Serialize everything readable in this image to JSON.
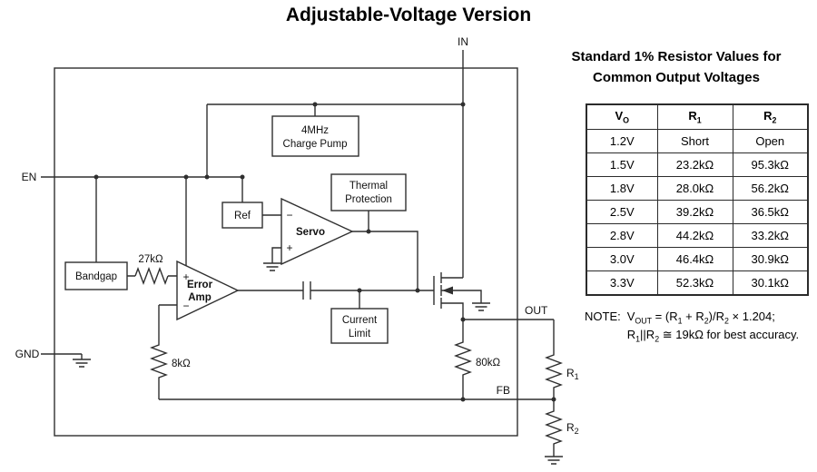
{
  "page": {
    "title": "Adjustable-Voltage Version"
  },
  "diagram": {
    "pins": {
      "in": "IN",
      "en": "EN",
      "gnd": "GND",
      "out": "OUT",
      "fb": "FB"
    },
    "blocks": {
      "charge_pump": [
        "4MHz",
        "Charge Pump"
      ],
      "thermal": [
        "Thermal",
        "Protection"
      ],
      "ref": "Ref",
      "servo": "Servo",
      "error_amp": [
        "Error",
        "Amp"
      ],
      "bandgap": "Bandgap",
      "current_limit": [
        "Current",
        "Limit"
      ]
    },
    "polarity": {
      "plus": "+",
      "minus": "−"
    },
    "resistors": {
      "r27k": "27kΩ",
      "r8k": "8kΩ",
      "r80k": "80kΩ",
      "r1": {
        "base": "R",
        "sub": "1"
      },
      "r2": {
        "base": "R",
        "sub": "2"
      }
    }
  },
  "table": {
    "title": [
      "Standard 1% Resistor Values for",
      "Common Output Voltages"
    ],
    "headers": {
      "vo": {
        "base": "V",
        "sub": "O"
      },
      "r1": {
        "base": "R",
        "sub": "1"
      },
      "r2": {
        "base": "R",
        "sub": "2"
      }
    },
    "rows": [
      [
        "1.2V",
        "Short",
        "Open"
      ],
      [
        "1.5V",
        "23.2kΩ",
        "95.3kΩ"
      ],
      [
        "1.8V",
        "28.0kΩ",
        "56.2kΩ"
      ],
      [
        "2.5V",
        "39.2kΩ",
        "36.5kΩ"
      ],
      [
        "2.8V",
        "44.2kΩ",
        "33.2kΩ"
      ],
      [
        "3.0V",
        "46.4kΩ",
        "30.9kΩ"
      ],
      [
        "3.3V",
        "52.3kΩ",
        "30.1kΩ"
      ]
    ],
    "note_label": "NOTE:",
    "note_segments": [
      {
        "t": "V"
      },
      {
        "t": "OUT",
        "sub": true
      },
      {
        "t": " = (R"
      },
      {
        "t": "1",
        "sub": true
      },
      {
        "t": " + R"
      },
      {
        "t": "2",
        "sub": true
      },
      {
        "t": ")/R"
      },
      {
        "t": "2",
        "sub": true
      },
      {
        "t": " × 1.204; R"
      },
      {
        "t": "1",
        "sub": true
      },
      {
        "t": "||R"
      },
      {
        "t": "2",
        "sub": true
      },
      {
        "t": " ≅ 19kΩ for best accuracy."
      }
    ]
  }
}
